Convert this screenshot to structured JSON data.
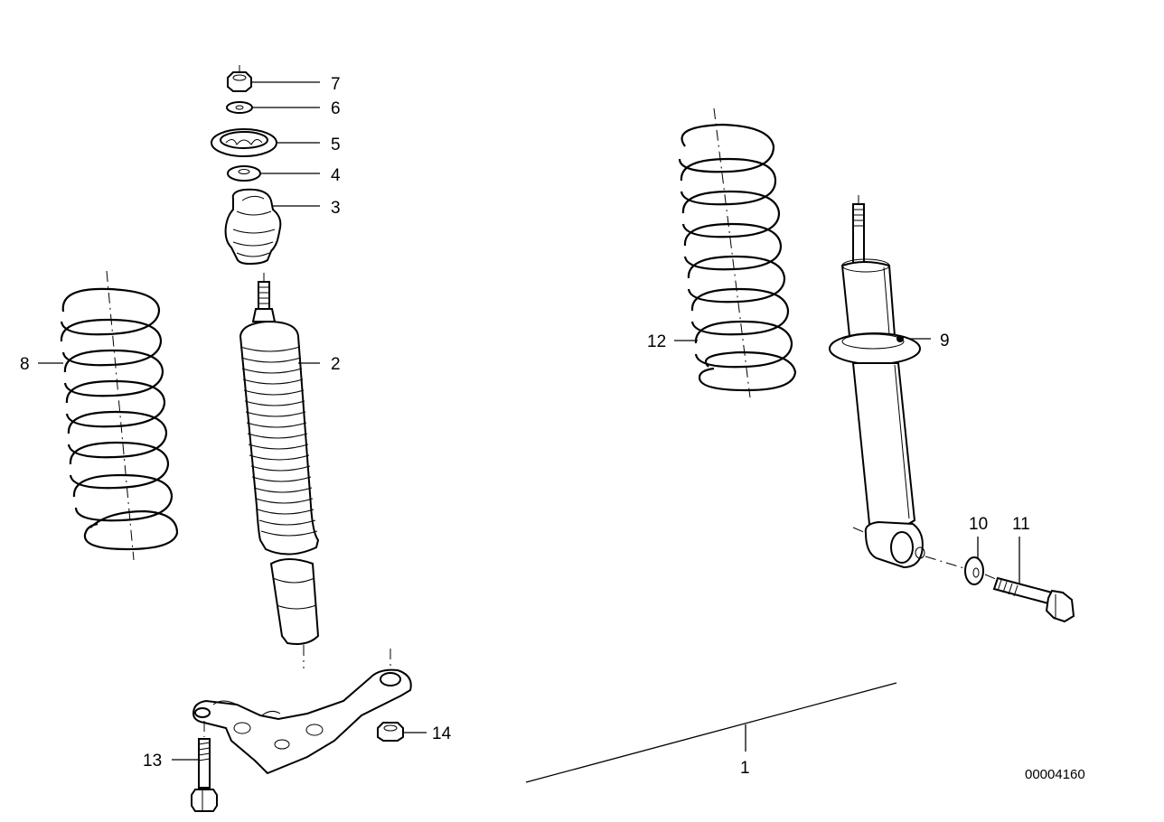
{
  "diagram": {
    "reference_number": "00004160",
    "callouts": [
      {
        "id": "1",
        "text": "1"
      },
      {
        "id": "2",
        "text": "2"
      },
      {
        "id": "3",
        "text": "3"
      },
      {
        "id": "4",
        "text": "4"
      },
      {
        "id": "5",
        "text": "5"
      },
      {
        "id": "6",
        "text": "6"
      },
      {
        "id": "7",
        "text": "7"
      },
      {
        "id": "8",
        "text": "8"
      },
      {
        "id": "9",
        "text": "9"
      },
      {
        "id": "10",
        "text": "10"
      },
      {
        "id": "11",
        "text": "11"
      },
      {
        "id": "12",
        "text": "12"
      },
      {
        "id": "13",
        "text": "13"
      },
      {
        "id": "14",
        "text": "14"
      }
    ]
  }
}
